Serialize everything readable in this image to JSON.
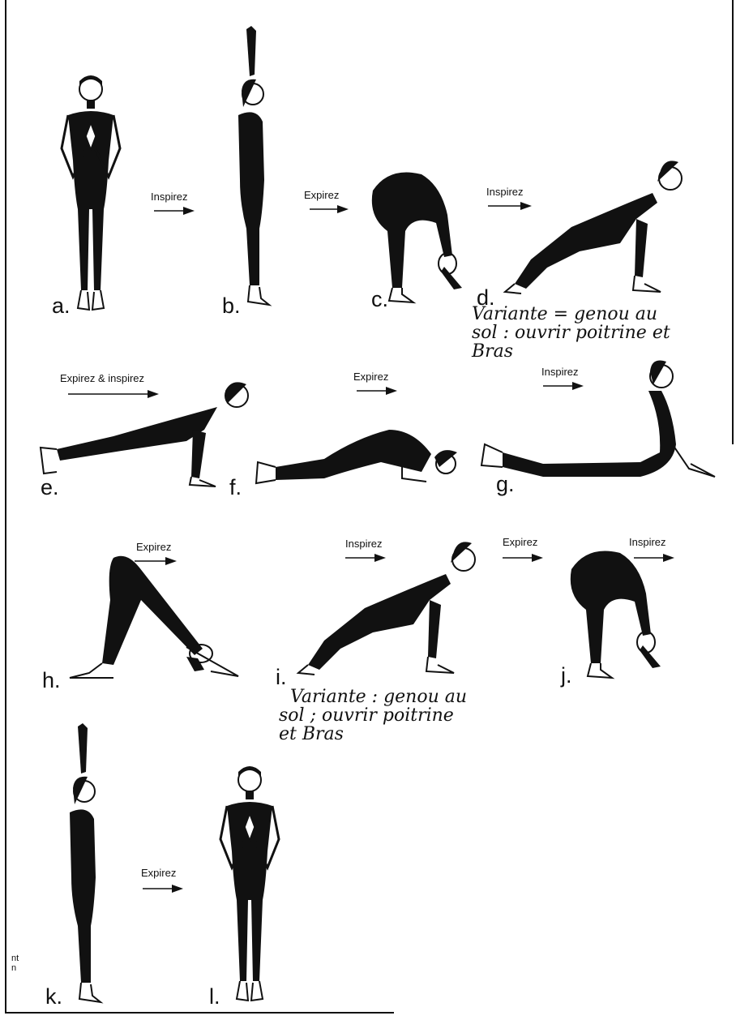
{
  "poses": [
    {
      "id": "a",
      "label": "a."
    },
    {
      "id": "b",
      "label": "b."
    },
    {
      "id": "c",
      "label": "c."
    },
    {
      "id": "d",
      "label": "d."
    },
    {
      "id": "e",
      "label": "e."
    },
    {
      "id": "f",
      "label": "f."
    },
    {
      "id": "g",
      "label": "g."
    },
    {
      "id": "h",
      "label": "h."
    },
    {
      "id": "i",
      "label": "i."
    },
    {
      "id": "j",
      "label": "j."
    },
    {
      "id": "k",
      "label": "k."
    },
    {
      "id": "l",
      "label": "l."
    }
  ],
  "transitions": [
    {
      "id": "a-b",
      "text": "Inspirez"
    },
    {
      "id": "b-c",
      "text": "Expirez"
    },
    {
      "id": "c-d",
      "text": "Inspirez"
    },
    {
      "id": "d-e",
      "text": "Expirez & inspirez"
    },
    {
      "id": "e-f",
      "text": "Expirez"
    },
    {
      "id": "f-g",
      "text": "Inspirez"
    },
    {
      "id": "g-h",
      "text": "Expirez"
    },
    {
      "id": "h-i",
      "text": "Inspirez"
    },
    {
      "id": "i-j",
      "text": "Expirez"
    },
    {
      "id": "j-k",
      "text": "Inspirez"
    },
    {
      "id": "k-l",
      "text": "Expirez"
    }
  ],
  "notes": {
    "d": {
      "line1": "Variante = genou au",
      "line2": "sol : ouvrir poitrine et",
      "line3": "Bras"
    },
    "i": {
      "line1": "Variante : genou au",
      "line2": "sol ; ouvrir poitrine",
      "line3": "et Bras"
    }
  },
  "margin": {
    "line1": "nt",
    "line2": "n"
  }
}
